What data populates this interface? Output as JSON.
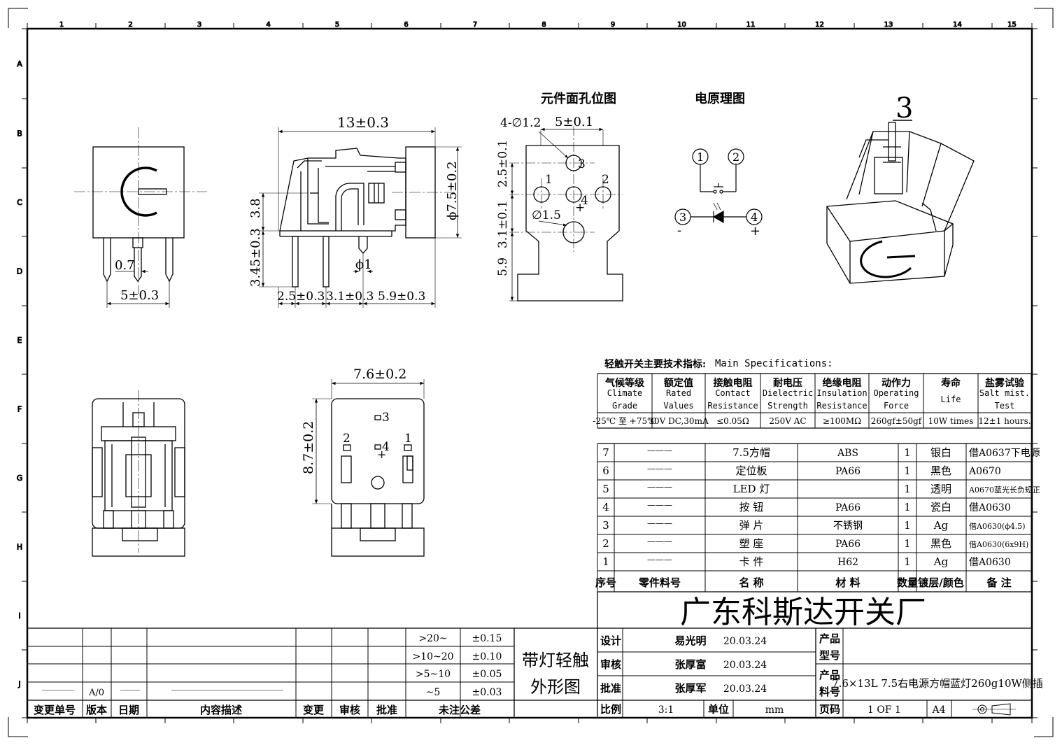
{
  "ruler": {
    "cols": [
      "1",
      "2",
      "3",
      "4",
      "5",
      "6",
      "7",
      "8",
      "9",
      "10",
      "11",
      "12",
      "13",
      "14",
      "15"
    ],
    "rows": [
      "A",
      "B",
      "C",
      "D",
      "E",
      "F",
      "G",
      "H",
      "I",
      "J"
    ]
  },
  "views": {
    "hole_title": "元件面孔位图",
    "circuit_title": "电原理图",
    "iso_label": "3",
    "dims": {
      "side_width": "13±0.3",
      "side_h1": "3.8",
      "side_h2": "3.45±0.3",
      "side_dia": "ϕ7.5±0.2",
      "side_pin": "ϕ1",
      "side_b1": "2.5±0.3",
      "side_b2": "3.1±0.3",
      "side_b3": "5.9±0.3",
      "front_pin": "0.7",
      "front_width": "5±0.3",
      "hole_4holes": "4-∅1.2",
      "hole_width": "5±0.1",
      "hole_v1": "2.5±0.1",
      "hole_v2": "3.1±0.1",
      "hole_v3": "5.9",
      "hole_big": "∅1.5",
      "top_width": "7.6±0.2",
      "top_height": "8.7±0.2"
    },
    "pins": {
      "p1": "1",
      "p2": "2",
      "p3": "3",
      "p4": "4",
      "plus": "+",
      "minus": "-"
    }
  },
  "specs": {
    "title": "轻触开关主要技术指标:",
    "title_en": "Main Specifications:",
    "headers": [
      {
        "cn": "气候等级",
        "en1": "Climate",
        "en2": "Grade"
      },
      {
        "cn": "额定值",
        "en1": "Rated",
        "en2": "Values"
      },
      {
        "cn": "接触电阻",
        "en1": "Contact",
        "en2": "Resistance"
      },
      {
        "cn": "耐电压",
        "en1": "Dielectric",
        "en2": "Strength"
      },
      {
        "cn": "绝缘电阻",
        "en1": "Insulation",
        "en2": "Resistance"
      },
      {
        "cn": "动作力",
        "en1": "Operating",
        "en2": "Force"
      },
      {
        "cn": "寿命",
        "en1": "Life",
        "en2": ""
      },
      {
        "cn": "盐雾试验",
        "en1": "Salt mist.",
        "en2": "Test"
      }
    ],
    "values": [
      "-25℃ 至 +75℃",
      "30V DC,30mA",
      "≤0.05Ω",
      "250V AC",
      "≥100MΩ",
      "260gf±50gf",
      "10W times",
      "12±1 hours."
    ]
  },
  "bom": {
    "rows": [
      {
        "no": "7",
        "part": "———",
        "name": "7.5方帽",
        "mat": "ABS",
        "qty": "1",
        "color": "银白",
        "note": "借A0637下电源"
      },
      {
        "no": "6",
        "part": "———",
        "name": "定位板",
        "mat": "PA66",
        "qty": "1",
        "color": "黑色",
        "note": "A0670"
      },
      {
        "no": "5",
        "part": "———",
        "name": "LED 灯",
        "mat": "",
        "qty": "1",
        "color": "透明",
        "note": "A0670蓝光长负短正"
      },
      {
        "no": "4",
        "part": "———",
        "name": "按 钮",
        "mat": "PA66",
        "qty": "1",
        "color": "瓷白",
        "note": "借A0630"
      },
      {
        "no": "3",
        "part": "———",
        "name": "弹 片",
        "mat": "不锈钢",
        "qty": "1",
        "color": "Ag",
        "note": "借A0630(ϕ4.5)"
      },
      {
        "no": "2",
        "part": "———",
        "name": "塑 座",
        "mat": "PA66",
        "qty": "1",
        "color": "黑色",
        "note": "借A0630(6x9H)"
      },
      {
        "no": "1",
        "part": "———",
        "name": "卡 件",
        "mat": "H62",
        "qty": "1",
        "color": "Ag",
        "note": "借A0630"
      }
    ],
    "header": {
      "no": "序号",
      "part": "零件料号",
      "name": "名 称",
      "mat": "材 料",
      "qty": "数量",
      "color": "镀层/颜色",
      "note": "备 注"
    }
  },
  "company": "广东科斯达开关厂",
  "title_block": {
    "design_label": "设计",
    "design_name": "易光明",
    "design_date": "20.03.24",
    "check_label": "审核",
    "check_name": "张厚富",
    "check_date": "20.03.24",
    "approve_label": "批准",
    "approve_name": "张厚军",
    "approve_date": "20.03.24",
    "model_label1": "产品",
    "model_label2": "型号",
    "material_label1": "产品",
    "material_label2": "料号",
    "product_desc": "7.6×13L 7.5右电源方帽蓝灯260g10W侧插",
    "scale_label": "比例",
    "scale_value": "3:1",
    "unit_label": "单位",
    "unit_value": "mm",
    "page_label": "页码",
    "page_value": "1 OF 1",
    "size_value": "A4",
    "drawing_title1": "带灯轻触",
    "drawing_title2": "外形图"
  },
  "revision": {
    "rev_value": "A/0",
    "headers": [
      "变更单号",
      "版本",
      "日期",
      "内容描述",
      "变更",
      "审核",
      "批准"
    ],
    "tol_header": "未注公差",
    "tolerances": [
      {
        "range": ">20~",
        "tol": "±0.15"
      },
      {
        "range": ">10~20",
        "tol": "±0.10"
      },
      {
        "range": ">5~10",
        "tol": "±0.05"
      },
      {
        "range": "~5",
        "tol": "±0.03"
      }
    ]
  }
}
